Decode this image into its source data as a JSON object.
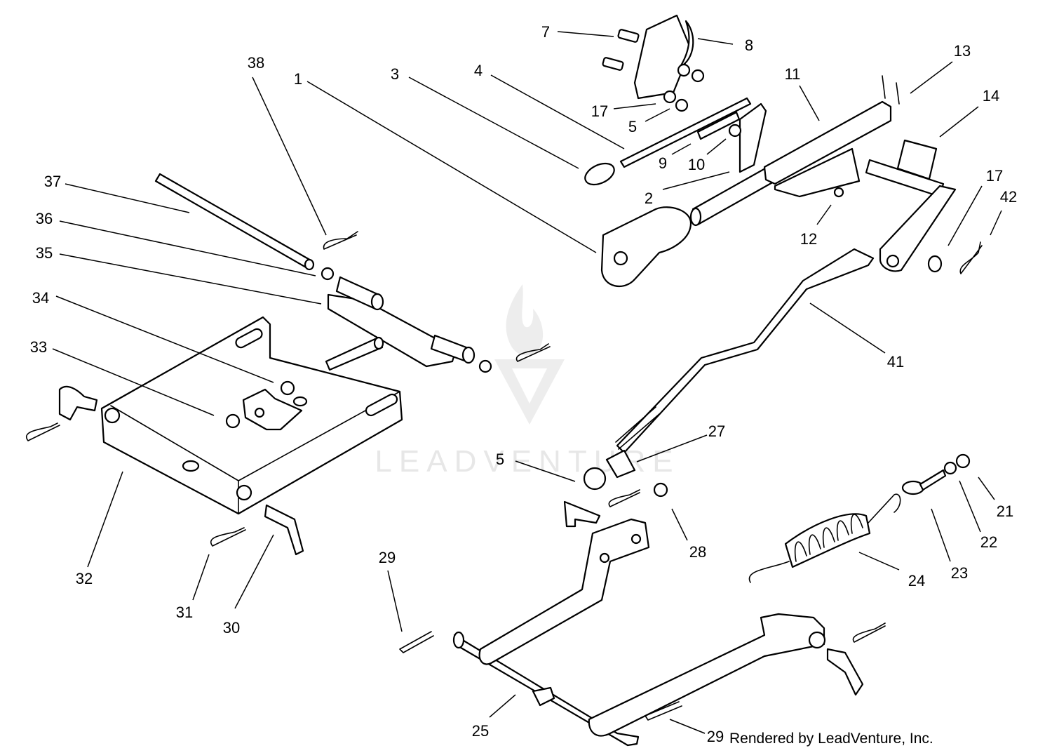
{
  "callouts": [
    {
      "label": "1"
    },
    {
      "label": "2"
    },
    {
      "label": "3"
    },
    {
      "label": "4"
    },
    {
      "label": "5"
    },
    {
      "label": "7"
    },
    {
      "label": "8"
    },
    {
      "label": "9"
    },
    {
      "label": "10"
    },
    {
      "label": "11"
    },
    {
      "label": "12"
    },
    {
      "label": "13"
    },
    {
      "label": "14"
    },
    {
      "label": "17"
    },
    {
      "label": "17"
    },
    {
      "label": "42"
    },
    {
      "label": "38"
    },
    {
      "label": "37"
    },
    {
      "label": "36"
    },
    {
      "label": "35"
    },
    {
      "label": "34"
    },
    {
      "label": "33"
    },
    {
      "label": "41"
    },
    {
      "label": "27"
    },
    {
      "label": "5"
    },
    {
      "label": "28"
    },
    {
      "label": "21"
    },
    {
      "label": "22"
    },
    {
      "label": "23"
    },
    {
      "label": "24"
    },
    {
      "label": "32"
    },
    {
      "label": "31"
    },
    {
      "label": "30"
    },
    {
      "label": "29"
    },
    {
      "label": "25"
    },
    {
      "label": "29"
    }
  ],
  "footer": {
    "credit": "Rendered by LeadVenture, Inc."
  },
  "watermark": {
    "text": "LEADVENTURE"
  }
}
